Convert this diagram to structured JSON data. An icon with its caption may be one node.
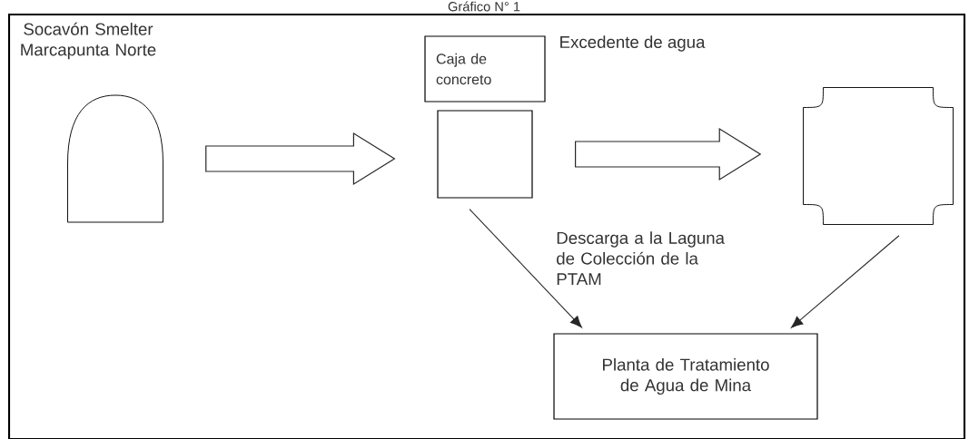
{
  "diagram": {
    "title": "Gráfico N° 1",
    "nodes": [
      {
        "text": [
          "Socavón Smelter Marcapunta Norte"
        ]
      },
      {
        "text": [
          "Caja de concreto"
        ]
      },
      {
        "text": [],
        "shape": "box"
      },
      {
        "text": [],
        "shape": "box"
      },
      {
        "text": [
          "Planta de Tratamiento de Agua de Mina"
        ]
      }
    ],
    "edges": [
      {
        "from": 0,
        "to": 2,
        "arrow": "to",
        "style": "thick"
      },
      {
        "from": 2,
        "to": 3,
        "arrow": "to",
        "style": "thick"
      },
      {
        "from": 2,
        "to": 4,
        "arrow": "to"
      },
      {
        "from": 3,
        "to": 4,
        "arrow": "to"
      }
    ],
    "labels": [
      "Excedente de agua",
      "Descarga a la Laguna de Colección de la PTAM"
    ]
  }
}
